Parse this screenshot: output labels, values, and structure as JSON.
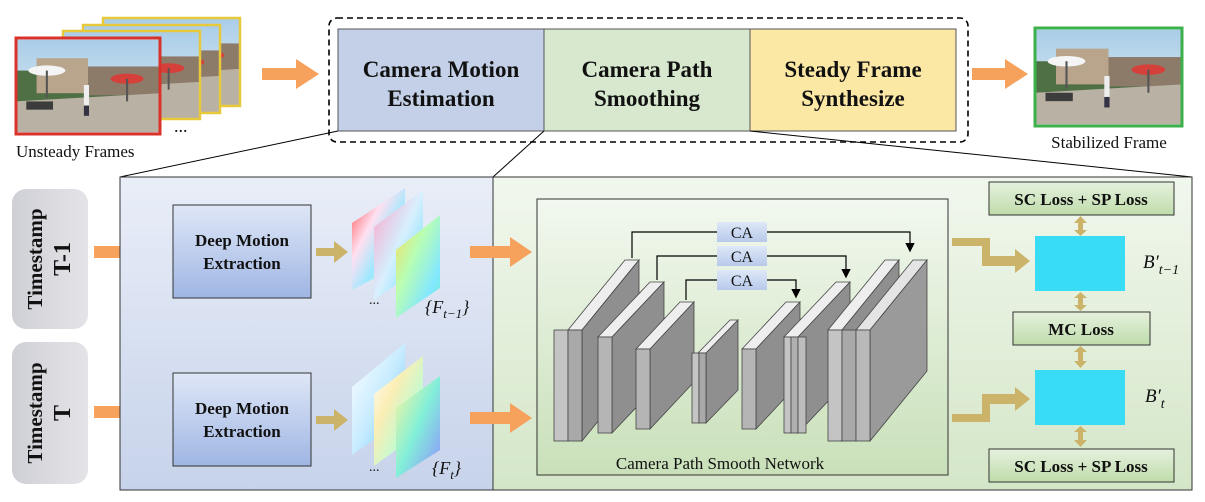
{
  "input": {
    "caption": "Unsteady Frames",
    "ellipsis": "..."
  },
  "output": {
    "caption": "Stabilized Frame"
  },
  "pipeline": {
    "stages": [
      {
        "line1": "Camera Motion",
        "line2": "Estimation",
        "fill": "#c3d0e7"
      },
      {
        "line1": "Camera Path",
        "line2": "Smoothing",
        "fill": "#d7e8cf"
      },
      {
        "line1": "Steady Frame",
        "line2": "Synthesize",
        "fill": "#fce8a5"
      }
    ]
  },
  "timestamps": [
    {
      "line1": "Timestamp",
      "line2": "T-1"
    },
    {
      "line1": "Timestamp",
      "line2": "T"
    }
  ],
  "motion": {
    "block_line1": "Deep Motion",
    "block_line2": "Extraction",
    "flow_label_prev": "{F",
    "flow_sub_prev": "t−1",
    "flow_label_cur": "{F",
    "flow_sub_cur": "t",
    "flow_close": "}",
    "ellipsis": "..."
  },
  "network": {
    "caption": "Camera Path Smooth Network",
    "ca_label": "CA"
  },
  "losses": {
    "top": "SC Loss + SP Loss",
    "middle": "MC Loss",
    "bottom": "SC Loss + SP Loss"
  },
  "outputs": {
    "prev_label": "B′",
    "prev_sub": "t−1",
    "cur_label": "B′",
    "cur_sub": "t"
  },
  "colors": {
    "arrow_orange": "#f6a15c",
    "arrow_gold": "#cbb46a",
    "blue_panel": "#dbe3f3",
    "green_panel": "#e3efdb",
    "cyan_output": "#38dcf5",
    "loss_box": "#d6e8c9",
    "timestamp_box": "#d9d9dd"
  }
}
